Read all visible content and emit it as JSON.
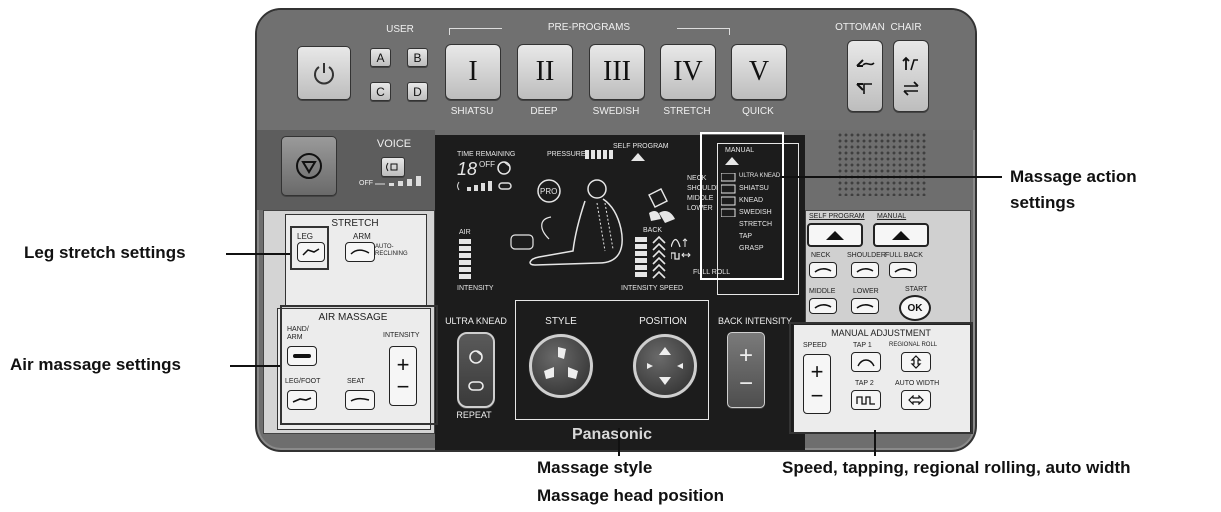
{
  "panel": {
    "user_label": "USER",
    "user_buttons": [
      "A",
      "B",
      "C",
      "D"
    ],
    "pre_programs_label": "PRE-PROGRAMS",
    "programs": [
      {
        "numeral": "I",
        "name": "SHIATSU"
      },
      {
        "numeral": "II",
        "name": "DEEP"
      },
      {
        "numeral": "III",
        "name": "SWEDISH"
      },
      {
        "numeral": "IV",
        "name": "STRETCH"
      },
      {
        "numeral": "V",
        "name": "QUICK"
      }
    ],
    "ottoman_label": "OTTOMAN",
    "chair_label": "CHAIR",
    "voice_label": "VOICE",
    "voice_off_label": "OFF",
    "display": {
      "time_remaining": "TIME REMAINING",
      "time_value": "18",
      "time_off": "OFF",
      "pressure": "PRESSURE",
      "self_program": "SELF PROGRAM",
      "manual": "MANUAL",
      "pro": "PRO",
      "air": "AIR",
      "back": "BACK",
      "intensity_left": "INTENSITY",
      "intensity_speed": "INTENSITY SPEED",
      "full_roll": "FULL ROLL",
      "area_list": [
        "NECK",
        "SHOULDER",
        "MIDDLE",
        "LOWER"
      ],
      "action_list": [
        "ULTRA KNEAD",
        "SHIATSU",
        "KNEAD",
        "SWEDISH",
        "STRETCH",
        "TAP",
        "GRASP"
      ]
    },
    "stretch": {
      "title": "STRETCH",
      "leg": "LEG",
      "arm": "ARM",
      "auto_reclining": "AUTO-RECLINING"
    },
    "air_massage": {
      "title": "AIR MASSAGE",
      "hand_arm": "HAND/ ARM",
      "intensity": "INTENSITY",
      "leg_foot": "LEG/FOOT",
      "seat": "SEAT"
    },
    "ultra_knead": "ULTRA KNEAD",
    "repeat": "REPEAT",
    "style": "STYLE",
    "position": "POSITION",
    "back_intensity": "BACK INTENSITY",
    "brand": "Panasonic",
    "self_program_btn": "SELF PROGRAM",
    "manual_btn": "MANUAL",
    "area_buttons": [
      "NECK",
      "SHOULDER",
      "FULL BACK",
      "MIDDLE",
      "LOWER"
    ],
    "start": "START",
    "ok": "OK",
    "manual_adjustment": {
      "title": "MANUAL ADJUSTMENT",
      "speed": "SPEED",
      "tap1": "TAP 1",
      "regional_roll": "REGIONAL ROLL",
      "tap2": "TAP 2",
      "auto_width": "AUTO WIDTH"
    }
  },
  "callouts": {
    "action": "Massage action settings",
    "leg": "Leg stretch settings",
    "air": "Air massage settings",
    "style": "Massage style",
    "position": "Massage head position",
    "speed": "Speed, tapping, regional rolling, auto width"
  }
}
